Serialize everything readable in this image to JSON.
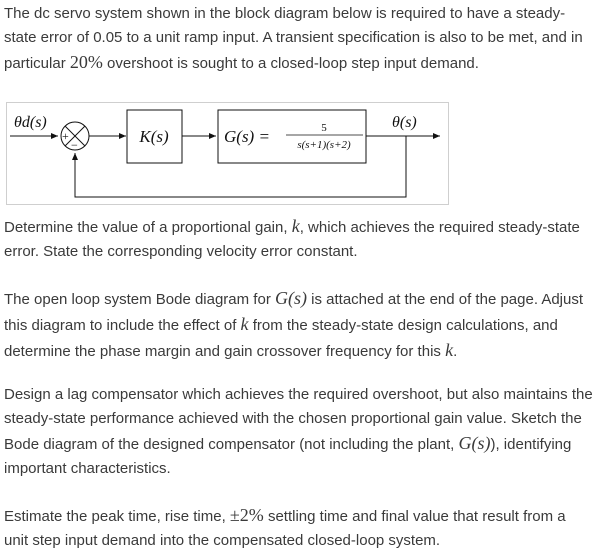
{
  "problem": {
    "intro": {
      "pre": "The dc servo system shown in the block diagram below is required to have a steady-state error of 0.05 to a unit ramp input. A transient specification is also to be met, and in particular ",
      "math": "20%",
      "post": " overshoot is sought to a closed-loop step input demand."
    },
    "diagram": {
      "input_label": "θd(s)",
      "output_label": "θ(s)",
      "controller_label": "K(s)",
      "plant_prefix": "G(s) =",
      "plant_num": "5",
      "plant_den": "s(s+1)(s+2)",
      "sum_plus": "+",
      "sum_minus": "−"
    },
    "q1": {
      "pre": "Determine the value of a proportional gain, ",
      "math": "k",
      "post": ", which achieves the required steady-state error. State the corresponding velocity error constant."
    },
    "q2": {
      "pre1": "The open loop system Bode diagram for ",
      "math1": "G(s)",
      "mid": " is attached at the end of the page. Adjust this diagram to include the effect of ",
      "math2": "k",
      "mid2": " from the steady-state design calculations, and determine the phase margin and gain crossover frequency for this ",
      "math3": "k",
      "post": "."
    },
    "q3": {
      "pre": "Design a lag compensator which achieves the required overshoot, but also maintains the steady-state performance achieved with the chosen proportional gain value. Sketch the Bode diagram of the designed compensator (not including the plant, ",
      "math": "G(s)",
      "post": "), identifying important characteristics."
    },
    "q4": {
      "pre": "Estimate the peak time, rise time, ",
      "math": "±2%",
      "post": " settling time and final value that result from a unit step input demand into the compensated closed-loop system."
    }
  }
}
